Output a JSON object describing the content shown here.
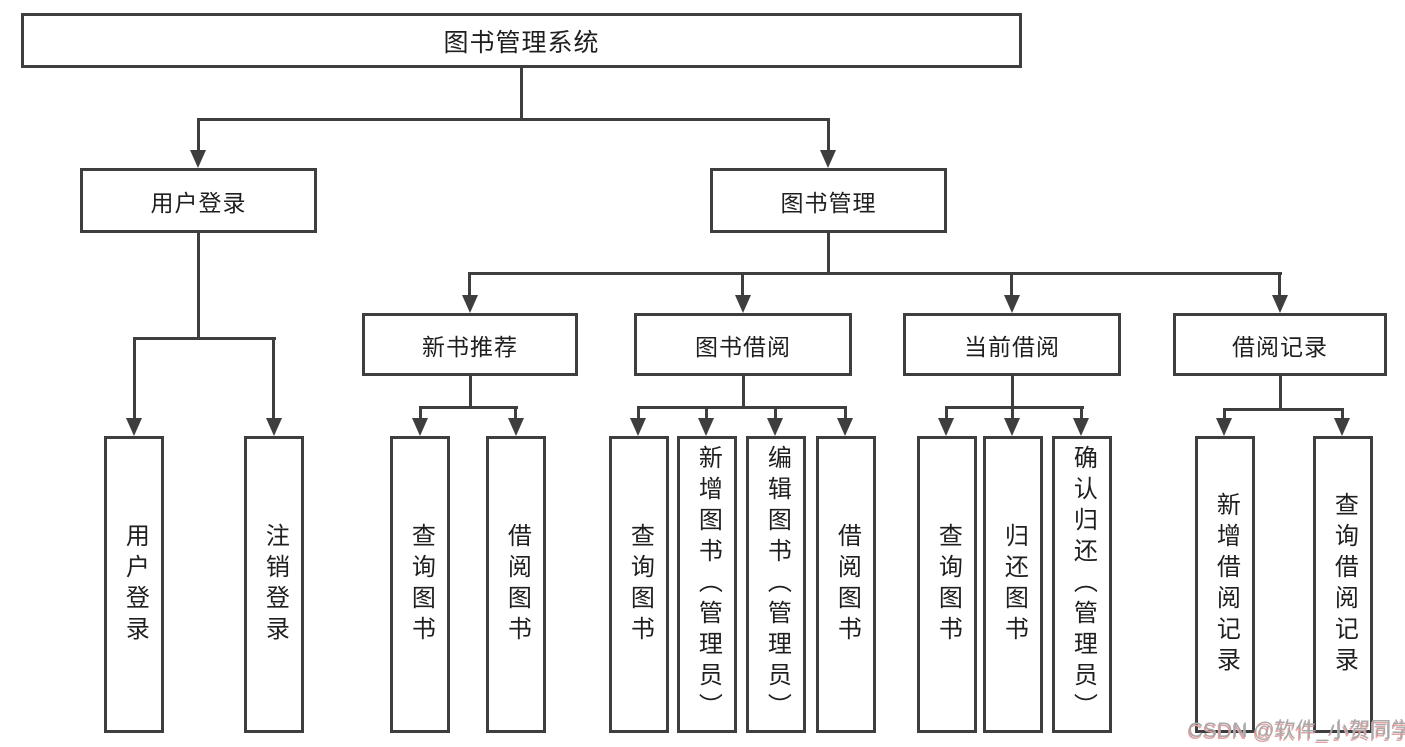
{
  "diagram_title": "图书管理系统",
  "colors": {
    "line": "#3e3e3e",
    "text": "#1f1f1f",
    "bg": "#ffffff",
    "wm-gray": "#a9a9a9",
    "wm-pink": "#e2a3a3"
  },
  "tree": {
    "label": "图书管理系统",
    "children": [
      {
        "label": "用户登录",
        "children": [
          {
            "label": "用户登录"
          },
          {
            "label": "注销登录"
          }
        ]
      },
      {
        "label": "图书管理",
        "children": [
          {
            "label": "新书推荐",
            "children": [
              {
                "label": "查询图书"
              },
              {
                "label": "借阅图书"
              }
            ]
          },
          {
            "label": "图书借阅",
            "children": [
              {
                "label": "查询图书"
              },
              {
                "label": "新增图书（管理员）"
              },
              {
                "label": "编辑图书（管理员）"
              },
              {
                "label": "借阅图书"
              }
            ]
          },
          {
            "label": "当前借阅",
            "children": [
              {
                "label": "查询图书"
              },
              {
                "label": "归还图书"
              },
              {
                "label": "确认归还（管理员）"
              }
            ]
          },
          {
            "label": "借阅记录",
            "children": [
              {
                "label": "新增借阅记录"
              },
              {
                "label": "查询借阅记录"
              }
            ]
          }
        ]
      }
    ]
  },
  "watermark": {
    "text": "CSDN @软件_小贺同学"
  }
}
